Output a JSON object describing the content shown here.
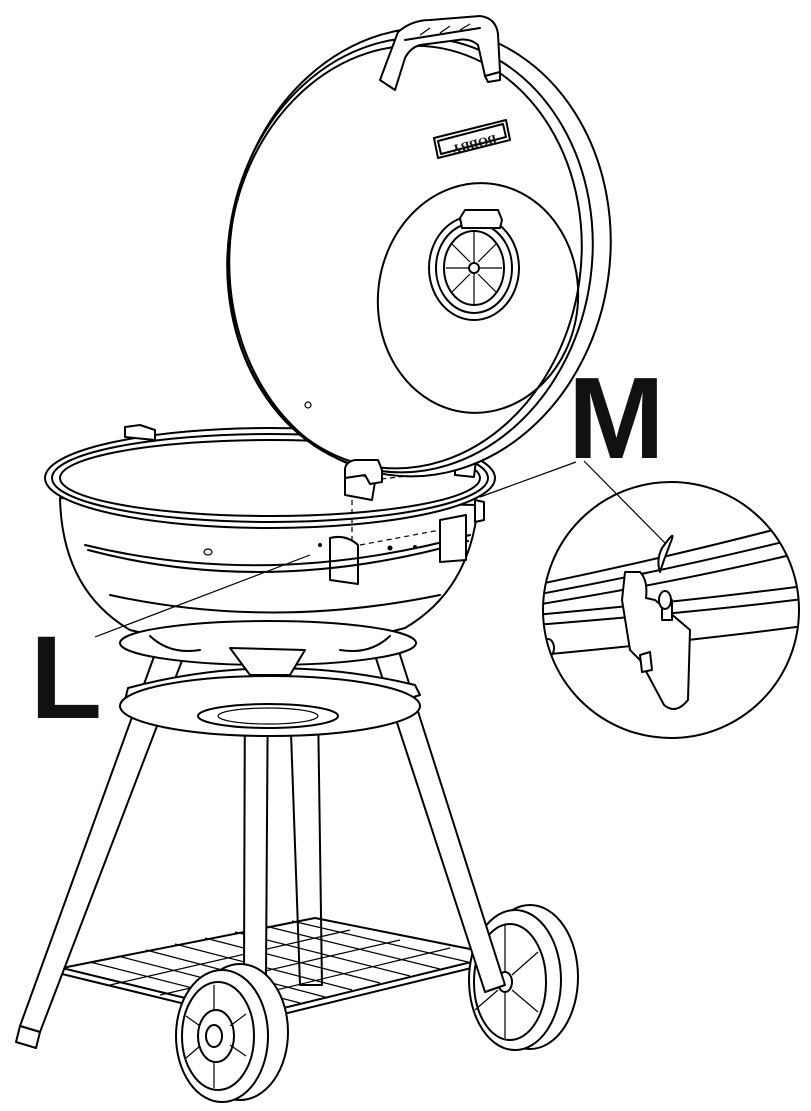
{
  "labels": {
    "part_l": "L",
    "part_m": "M"
  },
  "lid": {
    "brand_badge": "BOBBY"
  },
  "icons": {
    "lid": "grill-lid",
    "bowl": "grill-bowl",
    "legs": "tripod-legs",
    "wheels": "cart-wheels",
    "rack": "wire-rack",
    "detail": "hinge-detail-magnifier"
  }
}
